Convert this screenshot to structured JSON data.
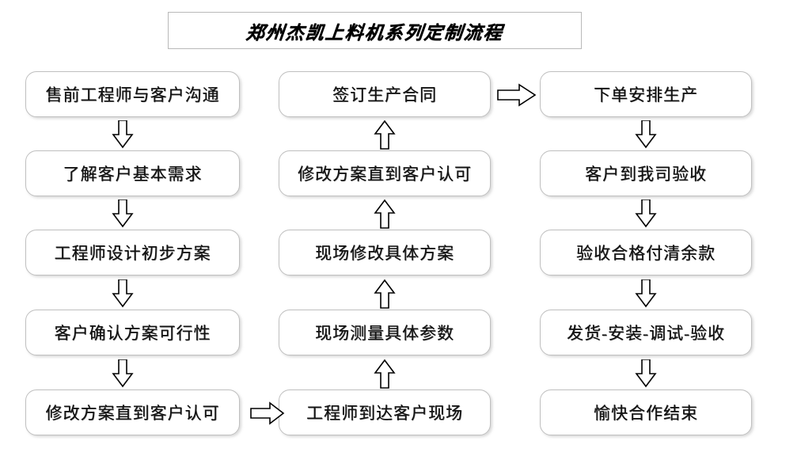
{
  "title": {
    "text": "郑州杰凯上料机系列定制流程"
  },
  "columns": {
    "left": {
      "name": "pre-sales-column",
      "direction": "down",
      "nodes": [
        {
          "label": "售前工程师与客户沟通"
        },
        {
          "label": "了解客户基本需求"
        },
        {
          "label": "工程师设计初步方案"
        },
        {
          "label": "客户确认方案可行性"
        },
        {
          "label": "修改方案直到客户认可"
        }
      ]
    },
    "middle": {
      "name": "on-site-column",
      "direction": "up",
      "nodes": [
        {
          "label": "签订生产合同"
        },
        {
          "label": "修改方案直到客户认可"
        },
        {
          "label": "现场修改具体方案"
        },
        {
          "label": "现场测量具体参数"
        },
        {
          "label": "工程师到达客户现场"
        }
      ]
    },
    "right": {
      "name": "production-column",
      "direction": "down",
      "nodes": [
        {
          "label": "下单安排生产"
        },
        {
          "label": "客户到我司验收"
        },
        {
          "label": "验收合格付清余款"
        },
        {
          "label": "发货-安装-调试-验收"
        },
        {
          "label": "愉快合作结束"
        }
      ]
    }
  },
  "connectors": {
    "left_down": [
      "down-arrow",
      "down-arrow",
      "down-arrow",
      "down-arrow"
    ],
    "middle_up": [
      "up-arrow",
      "up-arrow",
      "up-arrow",
      "up-arrow"
    ],
    "right_down": [
      "down-arrow",
      "down-arrow",
      "down-arrow",
      "down-arrow"
    ],
    "left_to_middle": "right-arrow",
    "middle_to_right": "right-arrow"
  },
  "colors": {
    "box_border": "#bfbfbf",
    "title_border": "#b9b9b9",
    "text": "#111111",
    "arrow_stroke": "#000000",
    "background": "#ffffff"
  }
}
